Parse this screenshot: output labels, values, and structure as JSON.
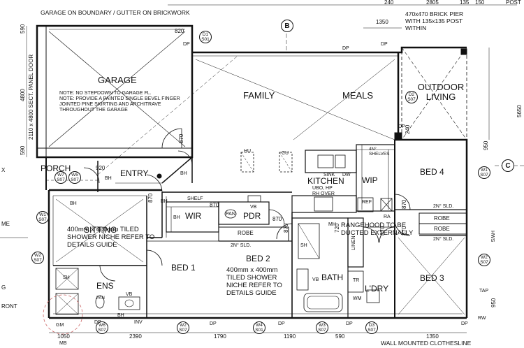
{
  "header": {
    "garage_note": "GARAGE ON BOUNDARY / GUTTER ON BRICKWORK",
    "pier_note": "470x470 BRICK PIER WITH 135x135 POST WITHIN",
    "top_right_post": "POST"
  },
  "rooms": {
    "garage": "GARAGE",
    "family": "FAMILY",
    "meals": "MEALS",
    "outdoor_living": "OUTDOOR LIVING",
    "porch": "PORCH",
    "entry": "ENTRY",
    "bed4": "BED 4",
    "kitchen": "KITCHEN",
    "wip": "WIP",
    "wir": "WIR",
    "pdr": "PDR",
    "sitting": "SITTING",
    "bed1": "BED 1",
    "bed2": "BED 2",
    "bath": "BATH",
    "ldry": "L'DRY",
    "bed3": "BED 3",
    "ens": "ENS"
  },
  "notes": {
    "garage_note_1": "NOTE: NO STEPDOWN TO GARAGE FL.",
    "garage_note_2": "NOTE: PROVIDE A PAINTED SINGLE BEVEL FINGER JOINTED PINE SKIRTING AND ARCHITRAVE THROUGHOUT THE GARAGE",
    "sitting_niche": "400mm x 400mm TILED SHOWER NICHE REFER TO DETAILS GUIDE",
    "bed2_niche": "400mm x 400mm TILED SHOWER NICHE REFER TO DETAILS GUIDE",
    "rangehood": "RANGEHOOD TO BE DUCTED EXTERNALLY",
    "garage_door": "2110 x 4800 SECT. PANEL DOOR",
    "wall_clothesline": "WALL MOUNTED CLOTHESLINE"
  },
  "fixtures": {
    "shelf": "SHELF",
    "robe_bed2": "ROBE",
    "robe_bed4": "ROBE",
    "robe_bed3": "ROBE",
    "sld_bed2": "2N° SLD.",
    "sld_bed4": "2N° SLD.",
    "sld_bed3": "2N° SLD.",
    "shelves": "4N° SHELVES",
    "sink": "SINK",
    "dw": "DW",
    "ubo": "UBO, HP",
    "rh_over": "RH OVER",
    "ref": "REF",
    "hu": "HU",
    "cu": "CU",
    "linen": "LINEN",
    "vb1": "VB",
    "vb2": "VB",
    "vb3": "VB",
    "pan1": "PAN",
    "pan2": "PAN",
    "sh1": "SH",
    "sh2": "SH",
    "wm": "WM",
    "tr": "TR",
    "mh": "MH",
    "ra": "RA",
    "hws": "HWS",
    "gm": "GM",
    "mb": "MB",
    "inv": "INV",
    "bh_list": [
      "BH",
      "BH",
      "BH",
      "BH",
      "BH",
      "BH"
    ],
    "dp_list": [
      "DP",
      "DP",
      "DP",
      "DP",
      "DP",
      "DP",
      "DP",
      "DP",
      "DP"
    ],
    "tap": "TAP",
    "rw": "RW",
    "me": "ME",
    "g_label": "G",
    "front": "RONT"
  },
  "door_sizes": {
    "d820": "820",
    "d870_garage": "870",
    "d920": "920",
    "d870_entry": "870",
    "d870_wir": "870",
    "d870_pdr": "870",
    "d870_bed2": "870",
    "d720": "720",
    "d870_bath": "870",
    "d870_bed3": "870",
    "d870_bed4": "870"
  },
  "dimensions": {
    "left_590": "590",
    "left_4800": "4800",
    "left_590b": "590",
    "top_1350": "1350",
    "top_240": "240",
    "top_2805": "2805",
    "top_135": "135",
    "top_150": "150",
    "right_5650": "5650",
    "right_950": "950",
    "right_240": "240",
    "right_950b": "950",
    "bottom_1050": "1050",
    "bottom_2390": "2390",
    "bottom_1790": "1790",
    "bottom_1190": "1190",
    "bottom_590": "590",
    "bottom_1350": "1350"
  },
  "window_tags": [
    {
      "id": "D1",
      "code": "S01"
    },
    {
      "id": "D2",
      "code": "S07"
    },
    {
      "id": "W1",
      "code": "S07"
    },
    {
      "id": "W2",
      "code": "S07"
    },
    {
      "id": "W3",
      "code": "S07"
    },
    {
      "id": "W4",
      "code": "S01"
    },
    {
      "id": "W5",
      "code": "S07"
    },
    {
      "id": "W6",
      "code": "S07"
    },
    {
      "id": "W7",
      "code": "S07"
    },
    {
      "id": "D3",
      "code": "S07"
    },
    {
      "id": "W2",
      "code": "S07"
    },
    {
      "id": "W1",
      "code": "S07"
    },
    {
      "id": "W2",
      "code": "S07"
    }
  ],
  "grid_markers": {
    "b": "B",
    "c": "C",
    "x": "X"
  }
}
